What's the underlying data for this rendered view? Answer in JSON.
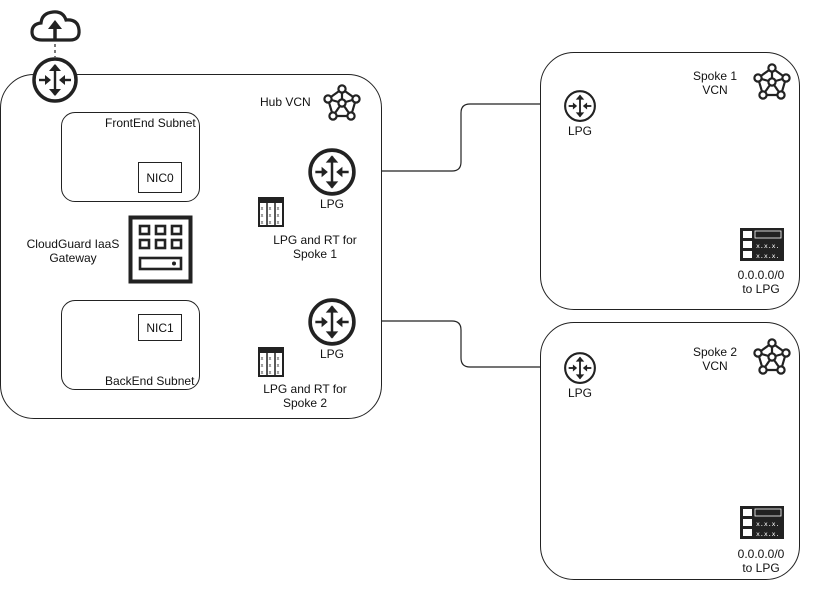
{
  "hub": {
    "title": "Hub VCN",
    "frontend_subnet": "FrontEnd Subnet",
    "backend_subnet": "BackEnd Subnet",
    "nic0": "NIC0",
    "nic1": "NIC1",
    "gateway_label": "CloudGuard IaaS\nGateway",
    "lpg1_label": "LPG",
    "lpg2_label": "LPG",
    "rt1_label": "LPG and RT for\nSpoke 1",
    "rt2_label": "LPG and RT for\nSpoke 2"
  },
  "spoke1": {
    "title": "Spoke 1\nVCN",
    "lpg_label": "LPG",
    "route_label": "0.0.0.0/0\nto LPG"
  },
  "spoke2": {
    "title": "Spoke 2\nVCN",
    "lpg_label": "LPG",
    "route_label": "0.0.0.0/0\nto LPG"
  },
  "route_table_cell_text": "x.x.x.",
  "icons": [
    "internet-cloud-icon",
    "internet-gateway-router-icon",
    "vcn-network-icon",
    "router-icon",
    "route-table-icon",
    "firewall-appliance-icon"
  ],
  "colors": {
    "stroke": "#222222",
    "background": "#ffffff"
  }
}
